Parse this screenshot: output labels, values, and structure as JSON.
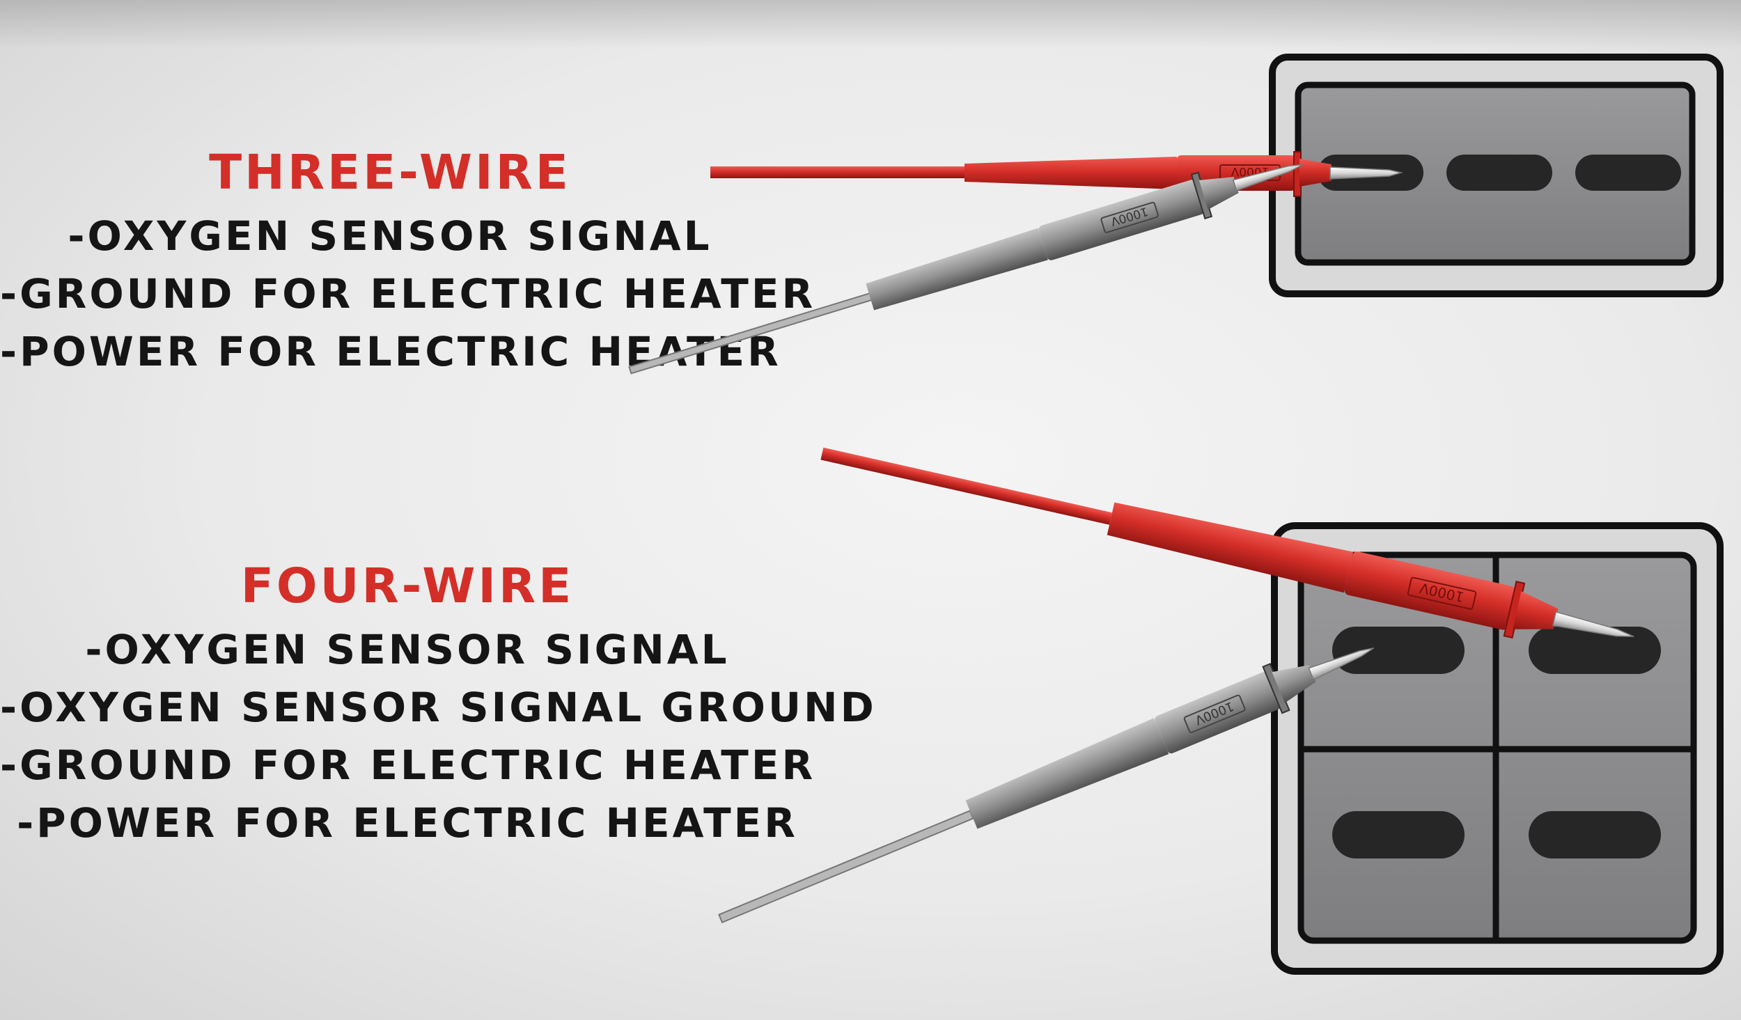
{
  "colors": {
    "accent_red": "#d42e28",
    "text_dark": "#151515",
    "connector_body": "#8a8a8c",
    "connector_outline": "#111111",
    "probe_red": "#d42e28",
    "probe_gray": "#8f8f8f"
  },
  "three_wire": {
    "heading": "THREE-WIRE",
    "items": [
      "-OXYGEN SENSOR SIGNAL",
      "-GROUND FOR ELECTRIC HEATER",
      "-POWER FOR ELECTRIC HEATER"
    ]
  },
  "four_wire": {
    "heading": "FOUR-WIRE",
    "items": [
      "-OXYGEN SENSOR SIGNAL",
      "-OXYGEN SENSOR SIGNAL GROUND",
      "-GROUND FOR ELECTRIC HEATER",
      "-POWER FOR ELECTRIC HEATER"
    ]
  },
  "probe_label": "1000V"
}
